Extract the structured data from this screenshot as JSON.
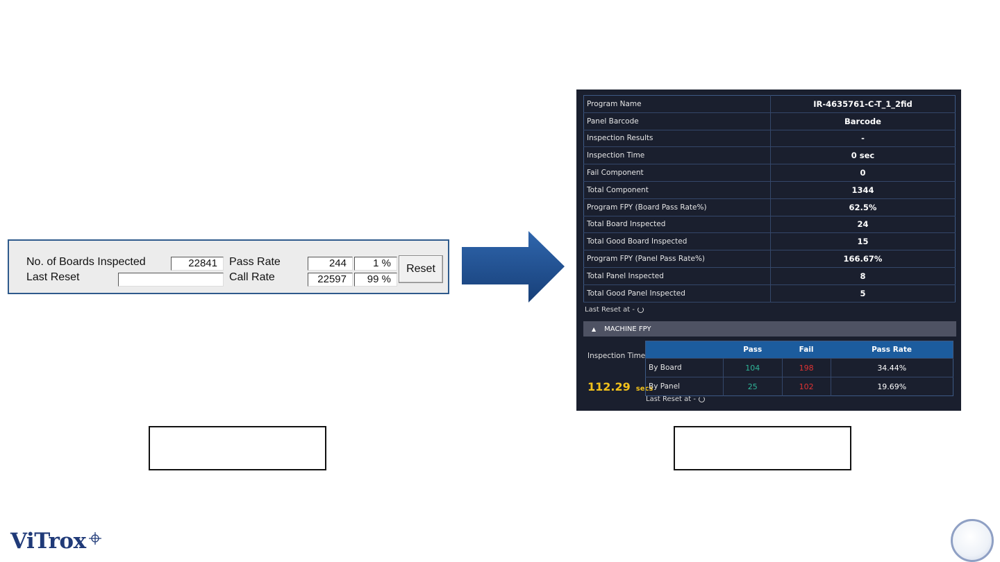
{
  "old_panel": {
    "boards_label": "No. of Boards Inspected",
    "boards_value": "22841",
    "last_reset_label": "Last Reset",
    "last_reset_value": "",
    "pass_rate_label": "Pass Rate",
    "pass_rate_count": "244",
    "pass_rate_pct": "1 %",
    "call_rate_label": "Call Rate",
    "call_rate_count": "22597",
    "call_rate_pct": "99 %",
    "reset_button": "Reset"
  },
  "new_panel": {
    "rows": [
      {
        "label": "Program Name",
        "value": "IR-4635761-C-T_1_2fid"
      },
      {
        "label": "Panel Barcode",
        "value": "Barcode"
      },
      {
        "label": "Inspection Results",
        "value": "-"
      },
      {
        "label": "Inspection Time",
        "value": "0 sec"
      },
      {
        "label": "Fail Component",
        "value": "0"
      },
      {
        "label": "Total Component",
        "value": "1344"
      },
      {
        "label": "Program FPY (Board Pass Rate%)",
        "value": "62.5%"
      },
      {
        "label": "Total Board Inspected",
        "value": "24"
      },
      {
        "label": "Total Good Board Inspected",
        "value": "15"
      },
      {
        "label": "Program FPY (Panel Pass Rate%)",
        "value": "166.67%"
      },
      {
        "label": "Total Panel Inspected",
        "value": "8"
      },
      {
        "label": "Total Good Panel Inspected",
        "value": "5"
      }
    ],
    "last_reset_text": "Last Reset at -",
    "section_title": "MACHINE FPY",
    "inspection_time_label": "Inspection Time",
    "inspection_time_value": "112.29",
    "inspection_time_unit": "secs",
    "fpy_headers": [
      "",
      "Pass",
      "Fail",
      "Pass Rate"
    ],
    "fpy_rows": [
      {
        "label": "By Board",
        "pass": "104",
        "fail": "198",
        "rate": "34.44%"
      },
      {
        "label": "By Panel",
        "pass": "25",
        "fail": "102",
        "rate": "19.69%"
      }
    ],
    "fpy_last_reset_text": "Last Reset at -"
  },
  "branding": {
    "logo_text": "ViTrox"
  },
  "colors": {
    "panel_bg": "#1a1f2e",
    "header_blue": "#1c5c9e",
    "pass_green": "#2fb79a",
    "fail_red": "#e13333",
    "time_yellow": "#f2c21b",
    "arrow_blue": "#1e4f8f"
  }
}
